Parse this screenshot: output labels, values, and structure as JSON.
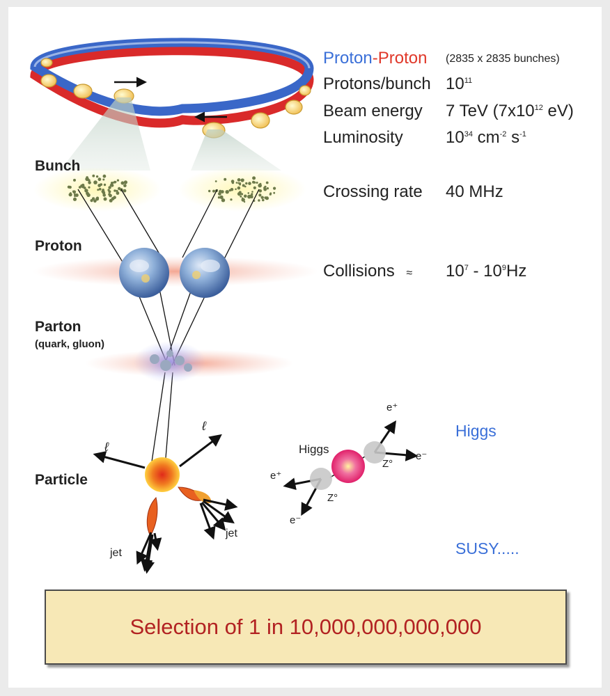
{
  "accent_colors": {
    "proton_blue": "#3a6fd8",
    "proton_red": "#e0382a",
    "summary_red": "#b22222",
    "link_blue": "#3a6fd8"
  },
  "title_line": {
    "part1": "Proton",
    "dash": "-",
    "part2": "Proton",
    "bunches": "(2835 x 2835 bunches)"
  },
  "properties": {
    "protons_per_bunch": {
      "label": "Protons/bunch",
      "base": "10",
      "exp": "11"
    },
    "beam_energy": {
      "label": "Beam energy",
      "value_pre": "7 TeV (7x10",
      "exp": "12",
      "value_post": " eV)"
    },
    "luminosity": {
      "label": "Luminosity",
      "base": "10",
      "exp1": "34",
      "mid": " cm",
      "exp2": "-2",
      "mid2": " s",
      "exp3": "-1"
    },
    "crossing_rate": {
      "label": "Crossing rate",
      "value": "40 MHz"
    },
    "collisions": {
      "label": "Collisions",
      "approx": "≈",
      "a_base": "10",
      "a_exp": "7",
      "sep": " - 10",
      "b_exp": "9",
      "unit": "Hz"
    }
  },
  "stage_labels": {
    "bunch": "Bunch",
    "proton": "Proton",
    "parton": "Parton",
    "parton_sub": "(quark, gluon)",
    "particle": "Particle"
  },
  "particle_labels": {
    "lepton_left": "ℓ",
    "lepton_right": "ℓ",
    "jet_left": "jet",
    "jet_right": "jet"
  },
  "higgs_diagram": {
    "higgs": "Higgs",
    "z_top": "Z°",
    "z_bottom": "Z°",
    "e_plus_top": "e⁺",
    "e_minus_top": "e⁻",
    "e_plus_left": "e⁺",
    "e_minus_bottom": "e⁻"
  },
  "processes": {
    "higgs": "Higgs",
    "susy": "SUSY....."
  },
  "summary": "Selection of 1 in 10,000,000,000,000"
}
